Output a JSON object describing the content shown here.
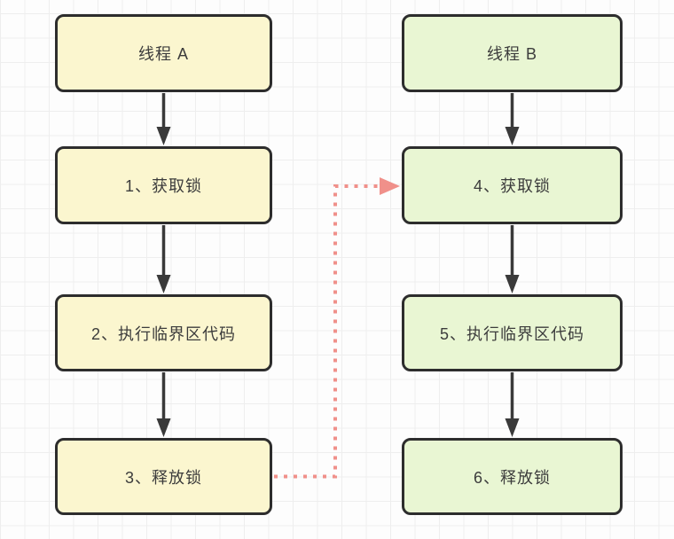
{
  "diagram": {
    "threads": [
      {
        "id": "thread-a",
        "nodes": [
          "线程 A",
          "1、获取锁",
          "2、执行临界区代码",
          "3、释放锁"
        ]
      },
      {
        "id": "thread-b",
        "nodes": [
          "线程 B",
          "4、获取锁",
          "5、执行临界区代码",
          "6、释放锁"
        ]
      }
    ],
    "connectors": {
      "flow_line_style": "solid",
      "handoff": {
        "from": "3、释放锁",
        "to": "4、获取锁",
        "line_style": "dotted"
      }
    },
    "colors": {
      "canvas_bg": "#fdfdfd",
      "grid_line": "#eeeeee",
      "node_border": "#2d2d2d",
      "arrow": "#3a3a3a",
      "handoff_arrow": "#f0908a",
      "thread_a_fill": "#fbf6cf",
      "thread_b_fill": "#e9f6d3",
      "text": "#3c3c3c"
    }
  }
}
